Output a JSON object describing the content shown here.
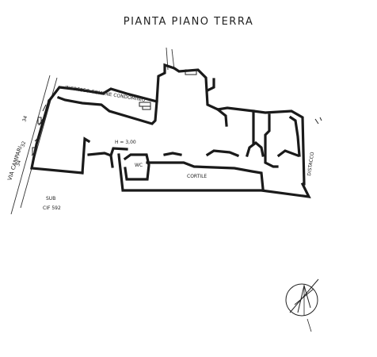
{
  "title": "PIANTA PIANO TERRA",
  "labels": {
    "neighbor": "INGRESSO COMUNE CONDOMINIO",
    "street": "VIA CAMPARI",
    "street_numbers": [
      "34",
      "32",
      "34"
    ],
    "height": "H = 3,00",
    "wc": "WC",
    "courtyard": "CORTILE",
    "distacco": "DISTACCO",
    "sub": "SUB",
    "cif": "CIF 592"
  },
  "icons": {
    "compass": "north-arrow-icon"
  }
}
